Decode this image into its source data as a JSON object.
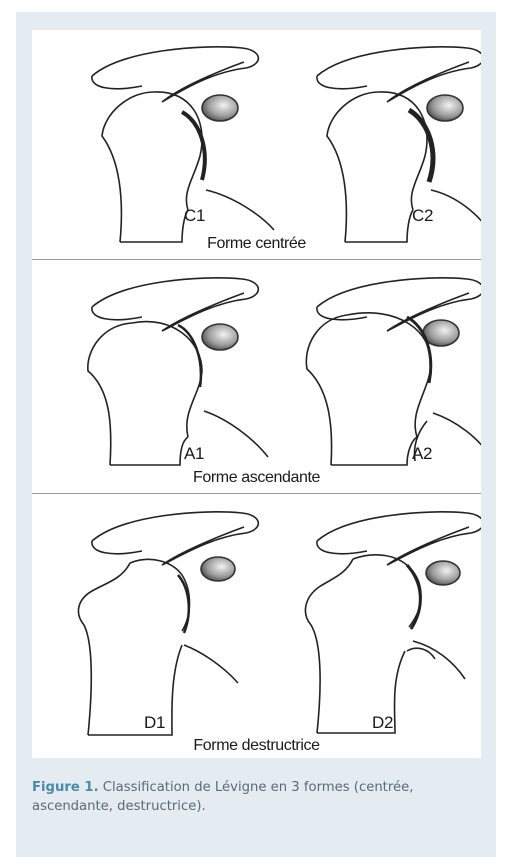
{
  "panels": [
    {
      "title": "Forme centrée",
      "left_label": "C1",
      "right_label": "C2"
    },
    {
      "title": "Forme ascendante",
      "left_label": "A1",
      "right_label": "A2"
    },
    {
      "title": "Forme destructrice",
      "left_label": "D1",
      "right_label": "D2"
    }
  ],
  "caption": {
    "label": "Figure 1.",
    "text": " Classification de Lévigne en 3 formes (centrée, ascendante, destructrice)."
  }
}
